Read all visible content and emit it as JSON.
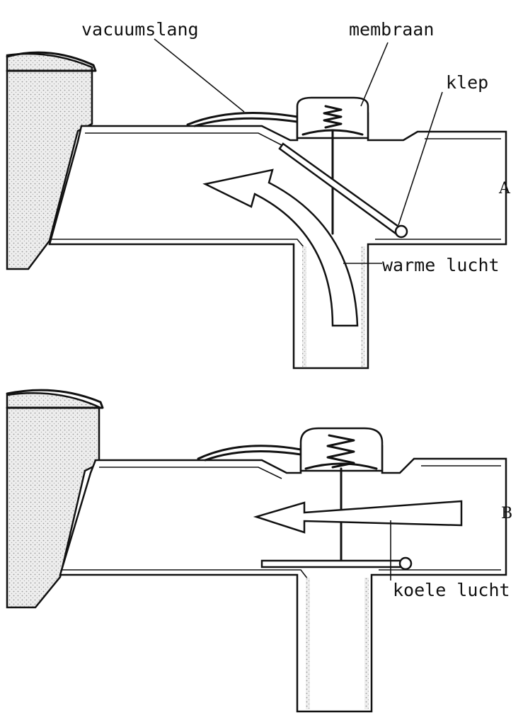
{
  "diagram": {
    "labels": {
      "vacuum_hose": "vacuumslang",
      "membrane": "membraan",
      "valve": "klep",
      "warm_air": "warme lucht",
      "cool_air": "koele lucht",
      "state_a": "A",
      "state_b": "B"
    },
    "colors": {
      "ink": "#111111",
      "paper": "#ffffff",
      "housing_shade": "#d9d9d9"
    }
  }
}
